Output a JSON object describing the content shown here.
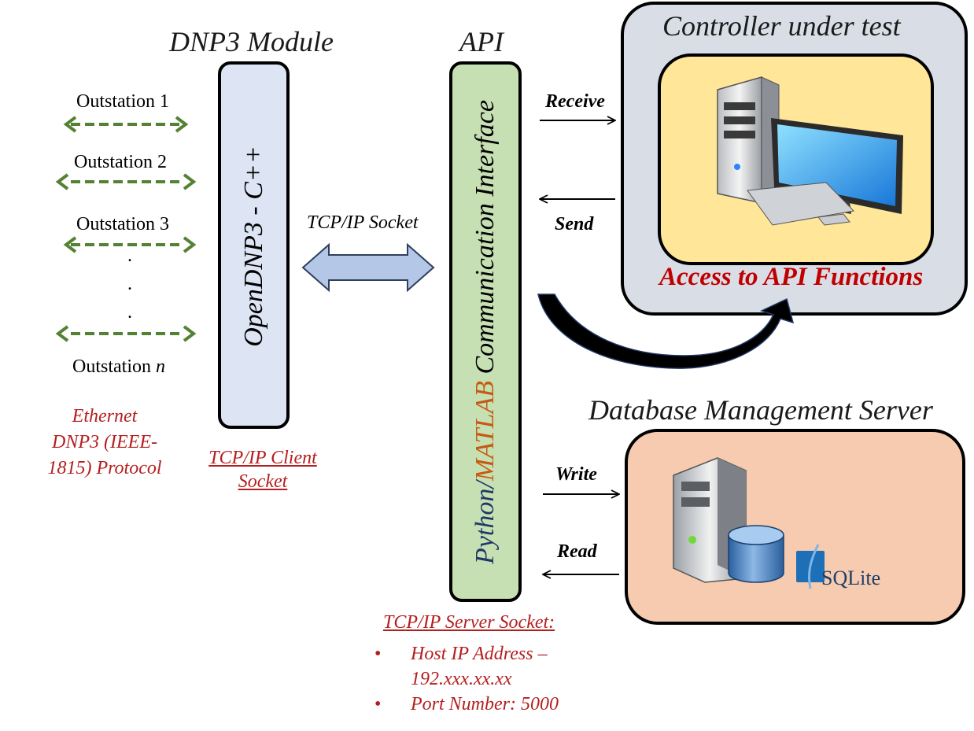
{
  "dnp3_module": {
    "title": "DNP3 Module",
    "box_label": "OpenDNP3 -  C++",
    "outstations": [
      "Outstation  1",
      "Outstation  2",
      "Outstation  3"
    ],
    "outstation_n_prefix": "Outstation ",
    "outstation_n_var": "n",
    "ellipsis": [
      ".",
      ".",
      "."
    ],
    "protocol_lines": [
      "Ethernet",
      "DNP3 (IEEE-",
      "1815) Protocol"
    ],
    "client_socket_lines": [
      "TCP/IP Client",
      "Socket"
    ]
  },
  "link": {
    "label": "TCP/IP  Socket"
  },
  "api": {
    "title": "API",
    "label_prefix": "Python/",
    "label_matlab": "MATLAB",
    "label_suffix": " Communication Interface",
    "server_socket_title": "TCP/IP Server Socket:",
    "server_socket_items": [
      "Host IP Address –",
      "192.xxx.xx.xx",
      "Port Number: 5000"
    ],
    "bullet": "•"
  },
  "controller": {
    "title": "Controller under test",
    "receive_label": "Receive",
    "send_label": "Send",
    "access_label": "Access to API Functions",
    "icon": "desktop-computer-icon"
  },
  "database": {
    "title": "Database Management Server",
    "write_label": "Write",
    "read_label": "Read",
    "sqlite_label": "SQLite",
    "icon": "database-server-icon"
  },
  "colors": {
    "dnp3_box": "#dde5f4",
    "api_box": "#c6e0b4",
    "controller_outer": "#d9dde6",
    "controller_inner": "#ffe699",
    "db_box": "#f6cbb0",
    "green_arrow": "#548235",
    "red_text": "#b51e1e",
    "matlab_orange": "#c55a11",
    "python_blue": "#1f3864"
  }
}
